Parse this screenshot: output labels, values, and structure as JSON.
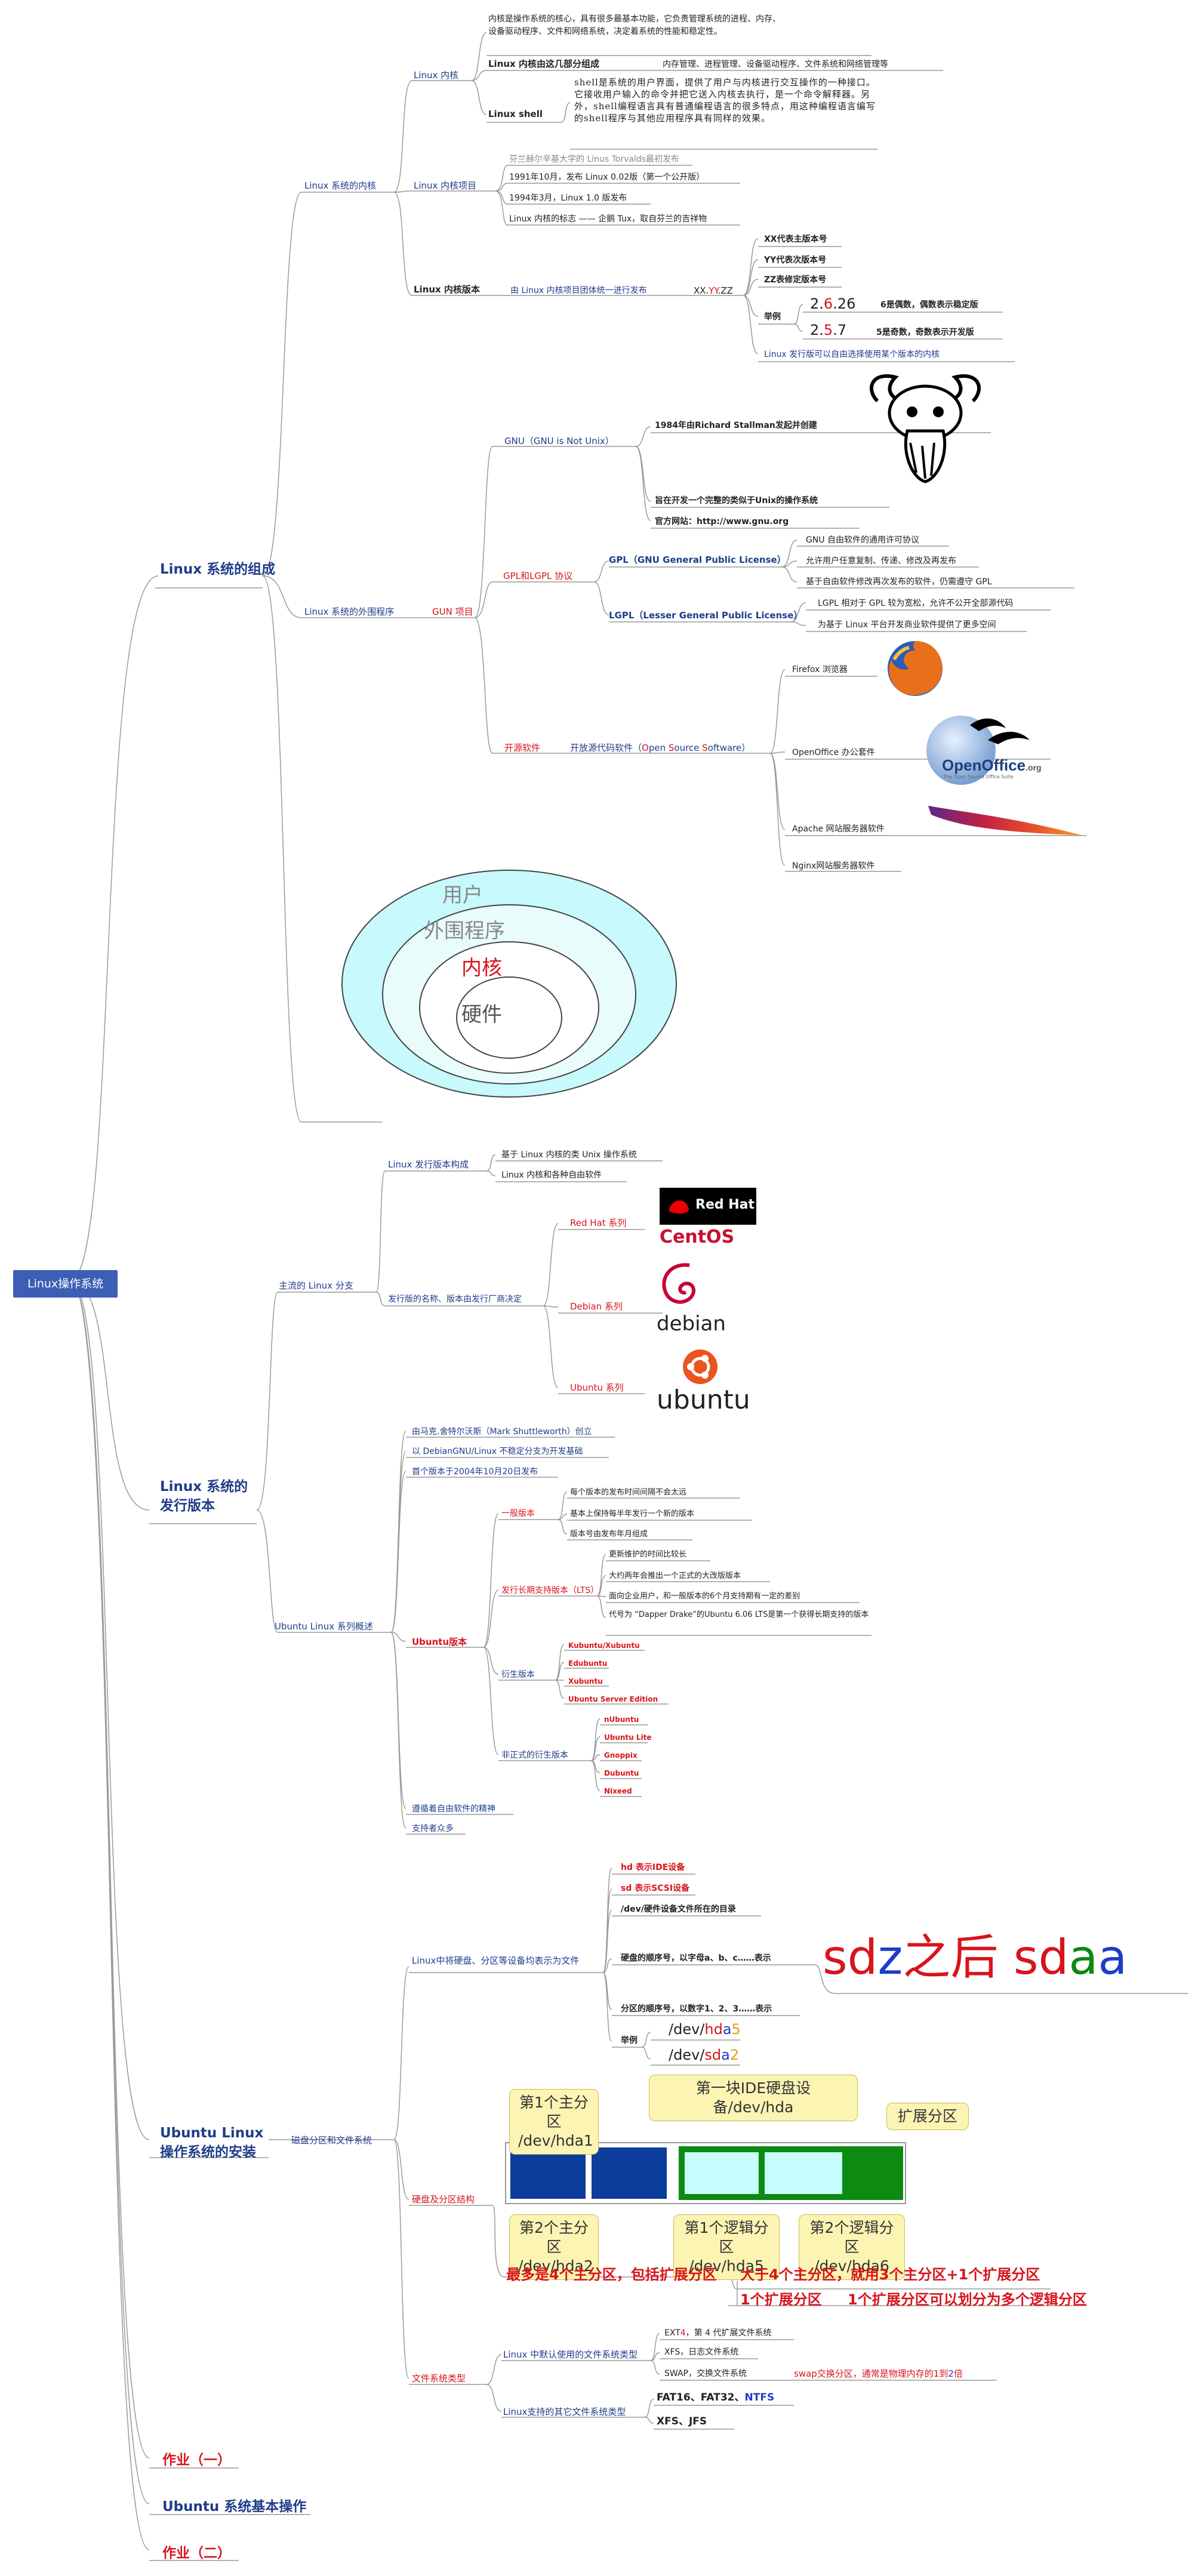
{
  "root": "Linux操作系统",
  "branches": {
    "composition": "Linux 系统的组成",
    "distros": "Linux 系统的发行版本",
    "install": "Ubuntu Linux 操作系统的安装",
    "hw1": "作业（一）",
    "basic": "Ubuntu 系统基本操作",
    "hw2": "作业（二）"
  },
  "kernel": {
    "label": "Linux 系统的内核",
    "core_label": "Linux 内核",
    "core_desc": "内核是操作系统的核心，具有很多最基本功能，它负责管理系统的进程、内存、设备驱动程序、文件和网络系统，决定着系统的性能和稳定性。",
    "parts_label": "Linux 内核由这几部分组成",
    "parts_desc": "内存管理、进程管理、设备驱动程序、文件系统和网络管理等",
    "shell_label": "Linux shell",
    "shell_desc": "shell是系统的用户界面，提供了用户与内核进行交互操作的一种接口。它接收用户输入的命令并把它送入内核去执行，是一个命令解释器。另外，shell编程语言具有普通编程语言的很多特点，用这种编程语言编写的shell程序与其他应用程序具有同样的效果。",
    "project_label": "Linux 内核项目",
    "project_items": [
      "芬兰赫尔辛基大学的 Linus Torvalds最初发布",
      "1991年10月，发布 Linux 0.02版（第一个公开版）",
      "1994年3月，Linux 1.0 版发布",
      "Linux 内核的标志 —— 企鹅 Tux，取自芬兰的吉祥物"
    ],
    "version_label": "Linux 内核版本",
    "version_desc": "由 Linux 内核项目团体统一进行发布",
    "version_fmt_a": "XX.",
    "version_fmt_b": "YY",
    "version_fmt_c": ".ZZ",
    "version_items": [
      "XX代表主版本号",
      "YY代表次版本号",
      "ZZ表修定版本号"
    ],
    "example_label": "举例",
    "ex1_a": "2.",
    "ex1_b": "6",
    "ex1_c": ".26",
    "ex1_desc": "6是偶数，偶数表示稳定版",
    "ex2_a": "2.",
    "ex2_b": "5",
    "ex2_c": ".7",
    "ex2_desc": "5是奇数，奇数表示开发版",
    "version_note": "Linux 发行版可以自由选择使用某个版本的内核"
  },
  "peripheral": {
    "label": "Linux 系统的外围程序",
    "gnu_project": "GUN 项目",
    "gnu_label": "GNU（GNU is Not Unix）",
    "gnu_1984": "1984年由Richard Stallman发起并创建",
    "gnu_goal": "旨在开发一个完整的类似于Unix的操作系统",
    "gnu_site": "官方网站：http://www.gnu.org",
    "gpl_group": "GPL和LGPL 协议",
    "gpl_label": "GPL（GNU General Public License）",
    "gpl_items": [
      "GNU 自由软件的通用许可协议",
      "允许用户任意复制、传递、修改及再发布",
      "基于自由软件修改再次发布的软件，仍需遵守 GPL"
    ],
    "lgpl_label": "LGPL（Lesser General Public License）",
    "lgpl_items": [
      "LGPL 相对于 GPL 较为宽松，允许不公开全部源代码",
      "为基于 Linux 平台开发商业软件提供了更多空间"
    ],
    "oss_label": "开源软件",
    "oss_desc_a": "开放源代码软件（",
    "oss_desc_b": "O",
    "oss_desc_c": "pen ",
    "oss_desc_d": "S",
    "oss_desc_e": "ource ",
    "oss_desc_f": "S",
    "oss_desc_g": "oftware）",
    "oss_items": [
      "Firefox 浏览器",
      "OpenOffice 办公套件",
      "Apache 网站服务器软件",
      "Nginx网站服务器软件"
    ],
    "openoffice_logo": "OpenOffice",
    "openoffice_org": ".org",
    "openoffice_sub": "The Open Source Office Suite"
  },
  "rings": [
    "用户",
    "外围程序",
    "内核",
    "硬件"
  ],
  "distros": {
    "mainstream": "主流的 Linux 分支",
    "comp_label": "Linux 发行版本构成",
    "comp_items": [
      "基于 Linux 内核的类 Unix 操作系统",
      "Linux 内核和各种自由软件"
    ],
    "names_label": "发行版的名称、版本由发行厂商决定",
    "redhat": "Red Hat 系列",
    "redhat_logo": "Red Hat",
    "centos_logo": "CentOS",
    "debian": "Debian 系列",
    "debian_logo": "debian",
    "ubuntu": "Ubuntu 系列",
    "ubuntu_logo": "ubuntu",
    "ubuntu_overview": "Ubuntu Linux 系列概述",
    "overview_items": [
      "由马克.舍特尔沃斯（Mark Shuttleworth）创立",
      "以 DebianGNU/Linux 不稳定分支为开发基础",
      "首个版本于2004年10月20日发布"
    ],
    "ubuntu_ver": "Ubuntu版本",
    "general": "一般版本",
    "general_items": [
      "每个版本的发布时间间隔不会太远",
      "基本上保持每半年发行一个新的版本",
      "版本号由发布年月组成"
    ],
    "lts": "发行长期支持版本（LTS）",
    "lts_items": [
      "更新维护的时间比较长",
      "大约两年会推出一个正式的大改版版本",
      "面向企业用户，和一般版本的6个月支持期有一定的差别",
      "代号为 “Dapper Drake”的Ubuntu 6.06 LTS是第一个获得长期支持的版本"
    ],
    "derived": "衍生版本",
    "derived_items": [
      "Kubuntu/Xubuntu",
      "Edubuntu",
      "Xubuntu",
      "Ubuntu Server Edition"
    ],
    "unofficial": "非正式的衍生版本",
    "unofficial_items": [
      "nUbuntu",
      "Ubuntu Lite",
      "Gnoppix",
      "Dubuntu",
      "Nixeed"
    ],
    "spirit": "遵循着自由软件的精神",
    "supporters": "支持者众多"
  },
  "install": {
    "part_fs": "磁盘分区和文件系统",
    "naming": "Linux中将硬盘、分区等设备均表示为文件",
    "hd": "hd 表示IDE设备",
    "sd": "sd 表示SCSI设备",
    "dev": "/dev/硬件设备文件所在的目录",
    "order_disk": "硬盘的顺序号，以字母a、b、c……表示",
    "order_part": "分区的顺序号，以数字1、2、3……表示",
    "eg": "举例",
    "eg1_a": "/dev/",
    "eg1_b": "hd",
    "eg1_c": "a",
    "eg1_d": "5",
    "eg2_a": "/dev/",
    "eg2_b": "sd",
    "eg2_c": "a",
    "eg2_d": "2",
    "sdz_a": "sd",
    "sdz_b": "z",
    "sdz_c": "之后  ",
    "sdz_d": "sd",
    "sdz_e": "a",
    "sdz_f": "a",
    "struct_label": "硬盘及分区结构",
    "callouts": {
      "p1": "第1个主分区\n/dev/hda1",
      "disk": "第一块IDE硬盘设备/dev/hda",
      "ext": "扩展分区",
      "p2": "第2个主分区\n/dev/hda2",
      "l1": "第1个逻辑分区\n/dev/hda5",
      "l2": "第2个逻辑分区\n/dev/hda6"
    },
    "max4": "最多是4个主分区，包括扩展分区",
    "gt4": "大于4个主分区，就用3个主分区+1个扩展分区",
    "one_ext": "1个扩展分区",
    "many_logic": "1个扩展分区可以划分为多个逻辑分区",
    "fs_types": "文件系统类型",
    "linux_fs": "Linux 中默认使用的文件系统类型",
    "ext4_a": "EXT",
    "ext4_b": "4",
    "ext4_c": "，第 4 代扩展文件系统",
    "xfs": "XFS，日志文件系统",
    "swap": "SWAP，交换文件系统",
    "swap_desc_a": "swap交换分区，通常是物理内存的1到",
    "swap_desc_b": "2",
    "swap_desc_c": "倍",
    "other_fs": "Linux支持的其它文件系统类型",
    "fat_a": "FAT16、FAT32、",
    "fat_b": "NTFS",
    "xfs_jfs": "XFS、JFS"
  },
  "colors": {
    "accent": "#3c5eb4",
    "blue": "#1f3c8a",
    "red": "#d8141c",
    "primary_partition": "#0c3c9c",
    "extended_partition": "#0d8a12",
    "logical_partition": "#c7fdfd"
  }
}
